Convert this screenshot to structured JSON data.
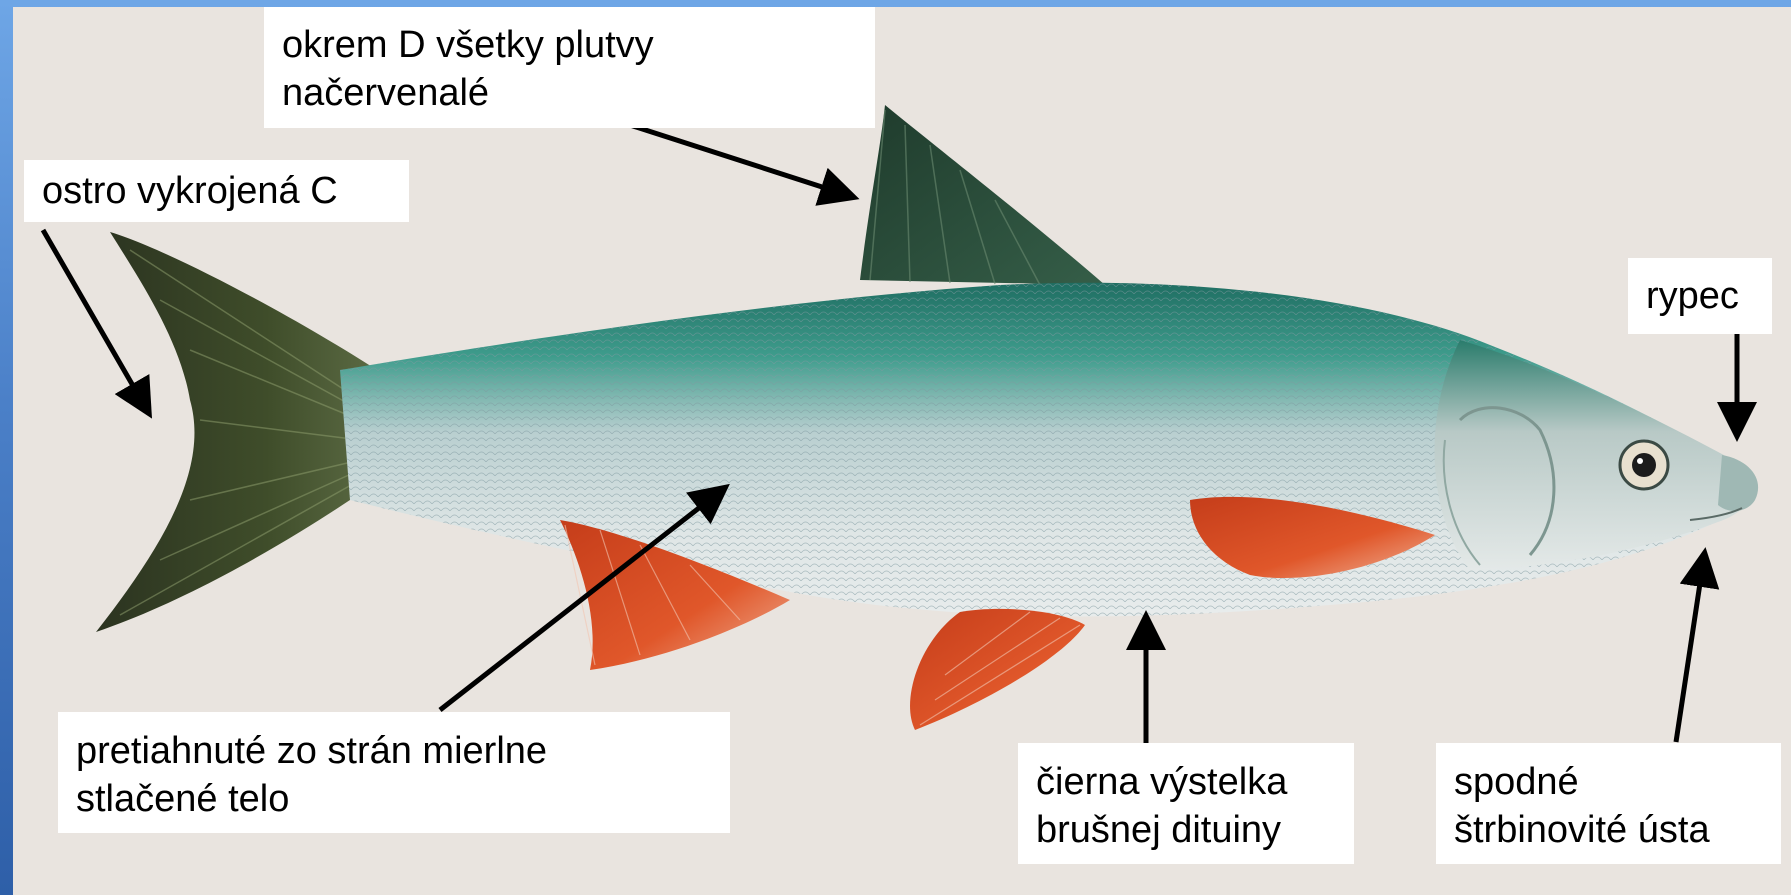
{
  "annotations": {
    "tail_fin": [
      "ostro vykrojená C"
    ],
    "dorsal_fin": [
      "okrem D všetky plutvy",
      "načervenalé"
    ],
    "snout": [
      "rypec"
    ],
    "body": [
      "pretiahnuté zo strán mierlne",
      "stlačené telo"
    ],
    "belly_lining": [
      "čierna výstelka",
      "brušnej dituiny"
    ],
    "mouth": [
      "spodné",
      "štrbinovité ústa"
    ]
  },
  "colors": {
    "slide_background": "#4b80c8",
    "photo_background": "#e9e4df",
    "fish_back": "#2f8a78",
    "fish_belly": "#dfe6e6",
    "fin_red": "#e0572a",
    "fin_dark": "#2e3a22",
    "arrow": "#000000",
    "label_box": "#ffffff"
  }
}
